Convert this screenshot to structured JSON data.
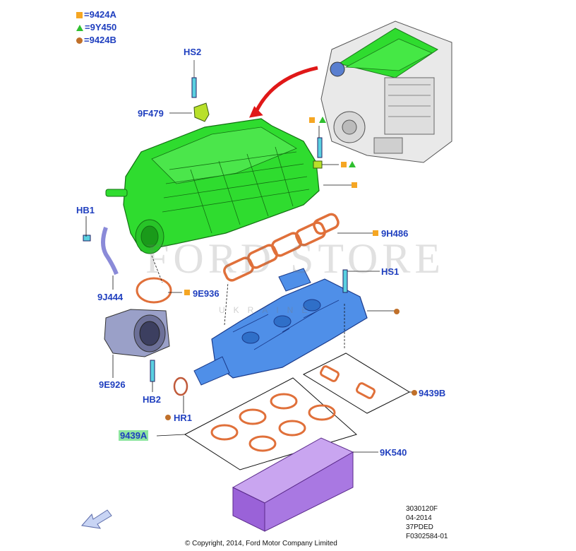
{
  "legend": [
    {
      "symbol": "square",
      "code": "9424A"
    },
    {
      "symbol": "triangle",
      "code": "9Y450"
    },
    {
      "symbol": "circle",
      "code": "9424B"
    }
  ],
  "legend_prefix": "=",
  "labels": {
    "hs2": "HS2",
    "p9f479": "9F479",
    "hb1": "HB1",
    "p9h486": "9H486",
    "hs1": "HS1",
    "p9j444": "9J444",
    "p9e936": "9E936",
    "p9e926": "9E926",
    "hb2": "HB2",
    "hr1": "HR1",
    "p9439b": "9439B",
    "p9439a": "9439A",
    "p9k540": "9K540"
  },
  "watermark": {
    "main": "FORD STORE",
    "sub": "UKRAINE"
  },
  "reference": [
    "3030120F",
    "04-2014",
    "37PDED",
    "F0302584-01"
  ],
  "copyright": "© Copyright, 2014, Ford Motor Company Limited",
  "colors": {
    "label_blue": "#1f3fbf",
    "manifold_green": "#2fdc2f",
    "lower_manifold_blue": "#4f8fe8",
    "gasket_orange": "#e0703a",
    "cover_purple": "#a26ae0",
    "marker_square": "#f5a623",
    "marker_triangle": "#2fbf2f",
    "marker_circle": "#c0702a",
    "arrow_red": "#e01818"
  },
  "icons": [
    "direction-arrow-icon",
    "red-pointer-arrow-icon"
  ]
}
